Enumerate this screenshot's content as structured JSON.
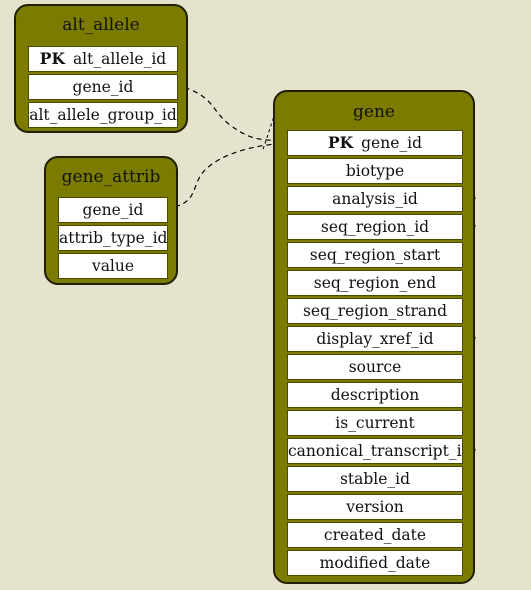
{
  "tables": {
    "alt_allele": {
      "title": "alt_allele",
      "pk_label": "PK",
      "fields": [
        "alt_allele_id",
        "gene_id",
        "alt_allele_group_id"
      ]
    },
    "gene_attrib": {
      "title": "gene_attrib",
      "fields": [
        "gene_id",
        "attrib_type_id",
        "value"
      ]
    },
    "gene": {
      "title": "gene",
      "pk_label": "PK",
      "fields": [
        "gene_id",
        "biotype",
        "analysis_id",
        "seq_region_id",
        "seq_region_start",
        "seq_region_end",
        "seq_region_strand",
        "display_xref_id",
        "source",
        "description",
        "is_current",
        "canonical_transcript_id",
        "stable_id",
        "version",
        "created_date",
        "modified_date"
      ]
    }
  },
  "colors": {
    "background": "#e5e3cd",
    "table_fill": "#7b7b00",
    "field_fill": "#ffffff"
  }
}
